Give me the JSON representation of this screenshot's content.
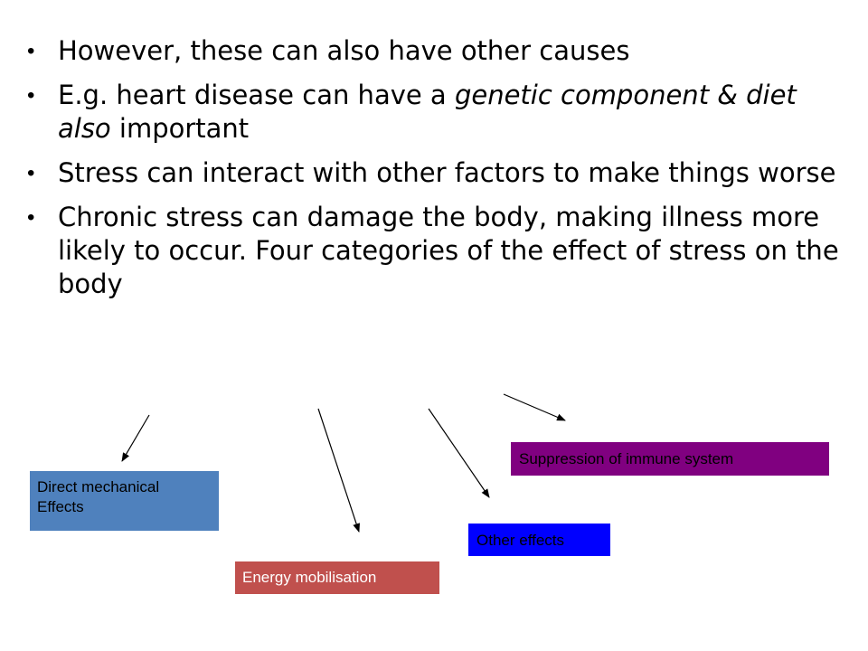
{
  "bullets": [
    {
      "parts": [
        "However, these can also have other causes"
      ]
    },
    {
      "parts": [
        "E.g. heart disease can have a ",
        "genetic component & diet also",
        " important"
      ]
    },
    {
      "parts": [
        "Stress can interact with other factors to make things worse"
      ]
    },
    {
      "parts": [
        "Chronic stress can damage the body, making illness more likely to occur. Four categories of the effect of stress on the body"
      ]
    }
  ],
  "bullet_symbol": "•",
  "boxes": {
    "direct_line1": "Direct mechanical",
    "direct_line2": "Effects",
    "energy": "Energy mobilisation",
    "other": "Other effects",
    "immune": "Suppression of immune system"
  },
  "colors": {
    "direct": "#4f81bd",
    "energy": "#c0504d",
    "other": "#0000ff",
    "immune": "#800080"
  }
}
